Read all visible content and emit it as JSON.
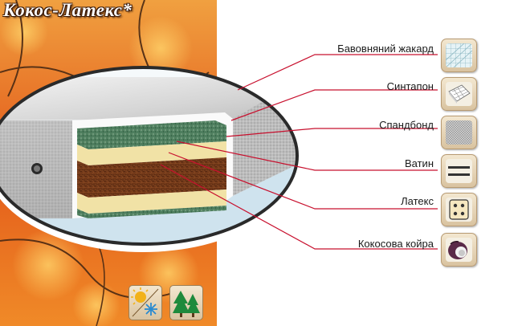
{
  "title": "Кокос-Латекс*",
  "layers": [
    {
      "label": "Бавовняний  жакард",
      "icon": "cotton-jacquard-icon"
    },
    {
      "label": "Синтапон",
      "icon": "sintepon-icon"
    },
    {
      "label": "Спандбонд",
      "icon": "spunbond-icon"
    },
    {
      "label": "Ватин",
      "icon": "batting-icon"
    },
    {
      "label": "Латекс",
      "icon": "latex-icon"
    },
    {
      "label": "Кокосова койра",
      "icon": "coconut-coir-icon"
    }
  ],
  "badges": [
    {
      "icon": "sun-snowflake-icon",
      "meaning": "summer-winter"
    },
    {
      "icon": "fir-trees-icon",
      "meaning": "eco"
    }
  ],
  "colors": {
    "leader_line": "#c8102e",
    "autumn_orange": "#e8541b",
    "coir_brown": "#6b3416",
    "latex_cream": "#f1e2a6",
    "title_text": "#ffffff"
  }
}
